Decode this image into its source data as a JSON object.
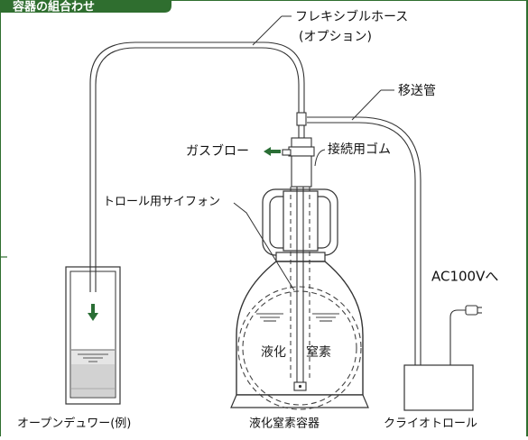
{
  "header": {
    "title_text": "容器の組合わせ",
    "color": "#2f6e2f"
  },
  "labels": {
    "flexible_hose_line1": "フレキシブルホース",
    "flexible_hose_line2": "(オプション)",
    "transfer_tube": "移送管",
    "gas_blow": "ガスブロー",
    "connection_rubber": "接続用ゴム",
    "trolley_siphon": "トロール用サイフォン",
    "power": "AC100Vへ",
    "liquid_word1": "液化",
    "liquid_word2": "窒素"
  },
  "captions": {
    "open_dewar": "オープンデュワー(例)",
    "ln2_container": "液化窒素容器",
    "cryotrolley": "クライオトロール"
  },
  "icons": {
    "arrow_left": "arrow-left-icon",
    "arrow_down": "arrow-down-icon",
    "plug": "plug-icon"
  }
}
